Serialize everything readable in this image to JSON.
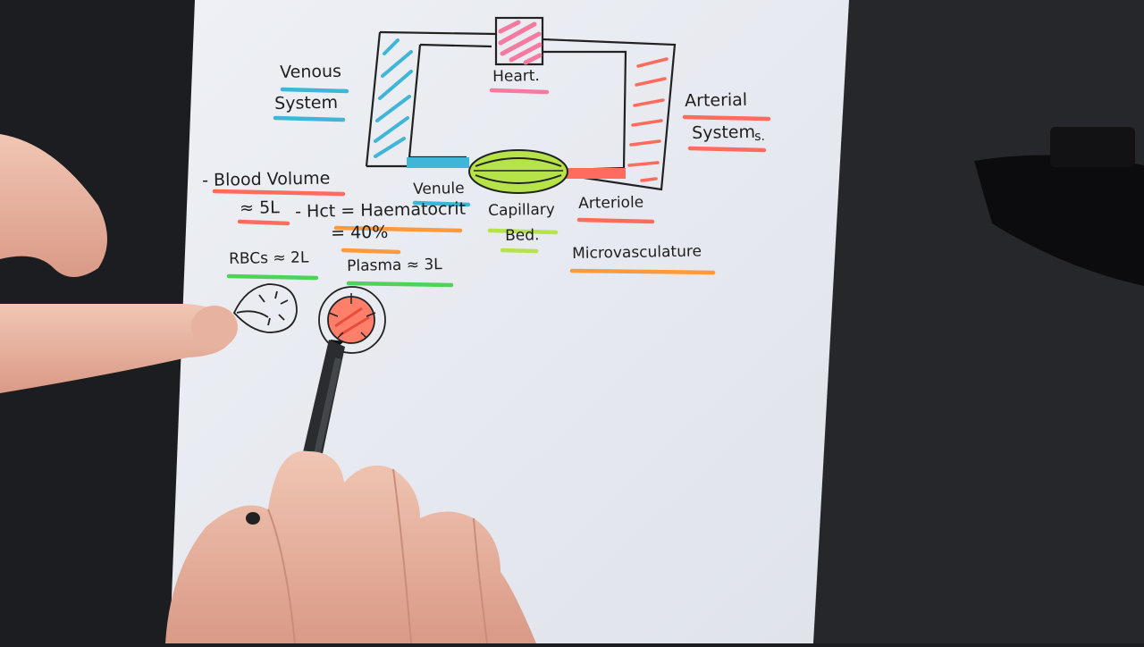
{
  "labels": {
    "venous_system": [
      "Venous",
      "System"
    ],
    "heart": "Heart.",
    "arterial_system": [
      "Arterial",
      "System",
      "s."
    ],
    "blood_volume": "- Blood Volume",
    "blood_volume_value": "≈ 5L",
    "hct": "- Hct = Haematocrit",
    "hct_value": "= 40%",
    "venule": "Venule",
    "capillary_bed": [
      "Capillary",
      "Bed."
    ],
    "arteriole": "Arteriole",
    "microvasculature": "Microvasculature",
    "rbcs": "RBCs ≈ 2L",
    "plasma": "Plasma ≈ 3L"
  },
  "colors": {
    "highlight_blue": "#3fb6d8",
    "highlight_pink": "#f57aa0",
    "highlight_red": "#ff6b5c",
    "highlight_orange": "#ff9a3c",
    "highlight_green": "#4fd15a",
    "highlight_yellow_green": "#b6e24a",
    "paper": "#e9ecf2",
    "background": "#1c1d20"
  }
}
